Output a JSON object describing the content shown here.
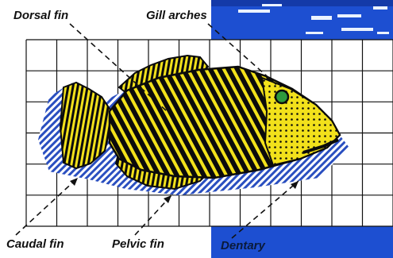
{
  "labels": {
    "dorsal_fin": "Dorsal fin",
    "gill_arches": "Gill arches",
    "caudal_fin": "Caudal fin",
    "pelvic_fin": "Pelvic fin",
    "dentary": "Dentary"
  },
  "colors": {
    "fish_body": "#f2e11b",
    "fish_stripes": "#0b0b0b",
    "eye": "#2f9a3e",
    "shadow": "#2a4fc0",
    "sea": "#1d4fd1",
    "grid": "#111111",
    "leader_line": "#111111"
  }
}
